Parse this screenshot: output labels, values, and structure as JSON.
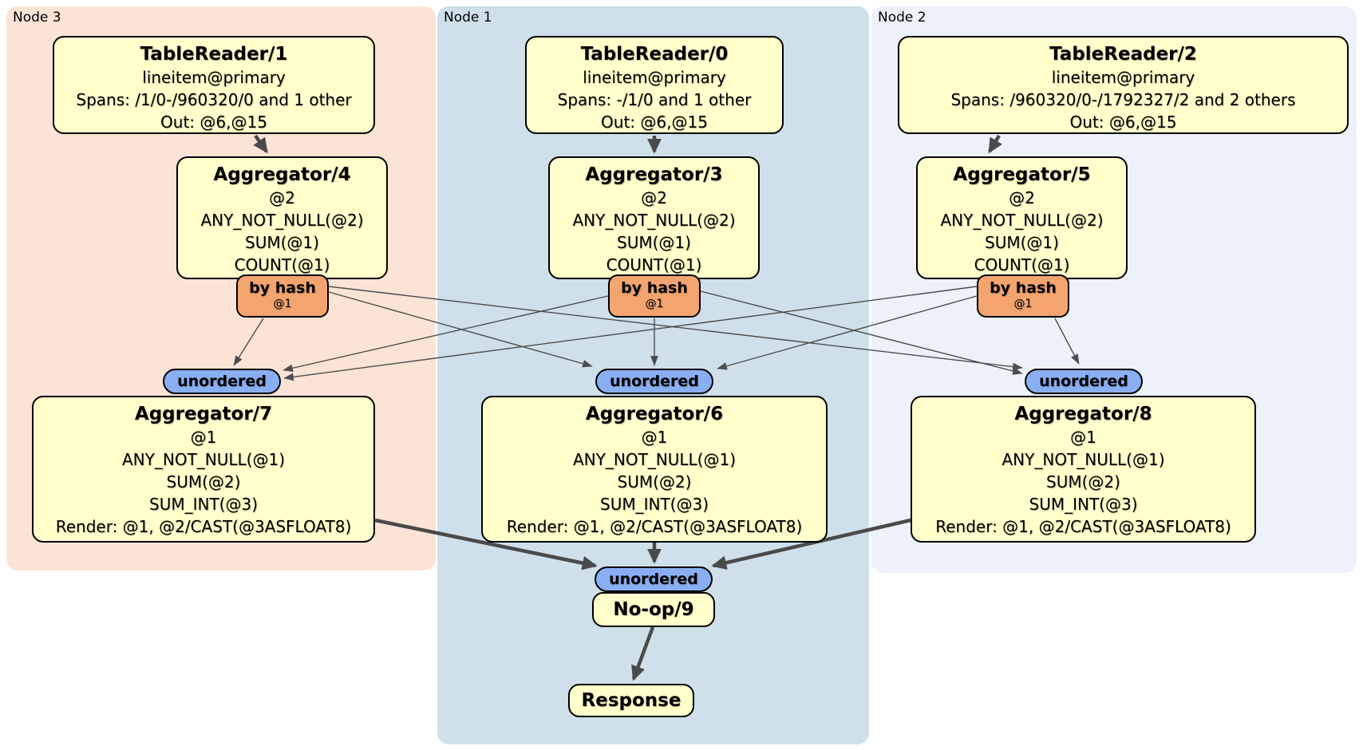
{
  "regions": {
    "node3": {
      "label": "Node 3"
    },
    "node1": {
      "label": "Node 1"
    },
    "node2": {
      "label": "Node 2"
    }
  },
  "processors": {
    "tr1": {
      "title": "TableReader/1",
      "lines": [
        "lineitem@primary",
        "Spans: /1/0-/960320/0 and 1 other",
        "Out: @6,@15"
      ]
    },
    "tr0": {
      "title": "TableReader/0",
      "lines": [
        "lineitem@primary",
        "Spans: -/1/0 and 1 other",
        "Out: @6,@15"
      ]
    },
    "tr2": {
      "title": "TableReader/2",
      "lines": [
        "lineitem@primary",
        "Spans: /960320/0-/1792327/2 and 2 others",
        "Out: @6,@15"
      ]
    },
    "agg4": {
      "title": "Aggregator/4",
      "lines": [
        "@2",
        "ANY_NOT_NULL(@2)",
        "SUM(@1)",
        "COUNT(@1)"
      ]
    },
    "agg3": {
      "title": "Aggregator/3",
      "lines": [
        "@2",
        "ANY_NOT_NULL(@2)",
        "SUM(@1)",
        "COUNT(@1)"
      ]
    },
    "agg5": {
      "title": "Aggregator/5",
      "lines": [
        "@2",
        "ANY_NOT_NULL(@2)",
        "SUM(@1)",
        "COUNT(@1)"
      ]
    },
    "agg7": {
      "title": "Aggregator/7",
      "lines": [
        "@1",
        "ANY_NOT_NULL(@1)",
        "SUM(@2)",
        "SUM_INT(@3)",
        "Render: @1, @2/CAST(@3ASFLOAT8)"
      ]
    },
    "agg6": {
      "title": "Aggregator/6",
      "lines": [
        "@1",
        "ANY_NOT_NULL(@1)",
        "SUM(@2)",
        "SUM_INT(@3)",
        "Render: @1, @2/CAST(@3ASFLOAT8)"
      ]
    },
    "agg8": {
      "title": "Aggregator/8",
      "lines": [
        "@1",
        "ANY_NOT_NULL(@1)",
        "SUM(@2)",
        "SUM_INT(@3)",
        "Render: @1, @2/CAST(@3ASFLOAT8)"
      ]
    },
    "noop": {
      "title": "No-op/9"
    },
    "response": {
      "title": "Response"
    }
  },
  "routers": {
    "byhash3": {
      "label": "by hash",
      "detail": "@1"
    },
    "byhash1": {
      "label": "by hash",
      "detail": "@1"
    },
    "byhash2": {
      "label": "by hash",
      "detail": "@1"
    }
  },
  "syncs": {
    "unordered3": {
      "label": "unordered"
    },
    "unordered1": {
      "label": "unordered"
    },
    "unordered2": {
      "label": "unordered"
    },
    "unordered_merge": {
      "label": "unordered"
    }
  },
  "colors": {
    "node3_bg": "#fbe3d5",
    "node1_bg": "#cfe0ea",
    "node2_bg": "#edf1fa",
    "processor_fill": "#ffffcc",
    "router_fill": "#f3a46f",
    "sync_fill": "#8aaef2",
    "border": "#000000",
    "edge_thin": "#4d4d4d",
    "edge_thick": "#4a4a4a"
  }
}
